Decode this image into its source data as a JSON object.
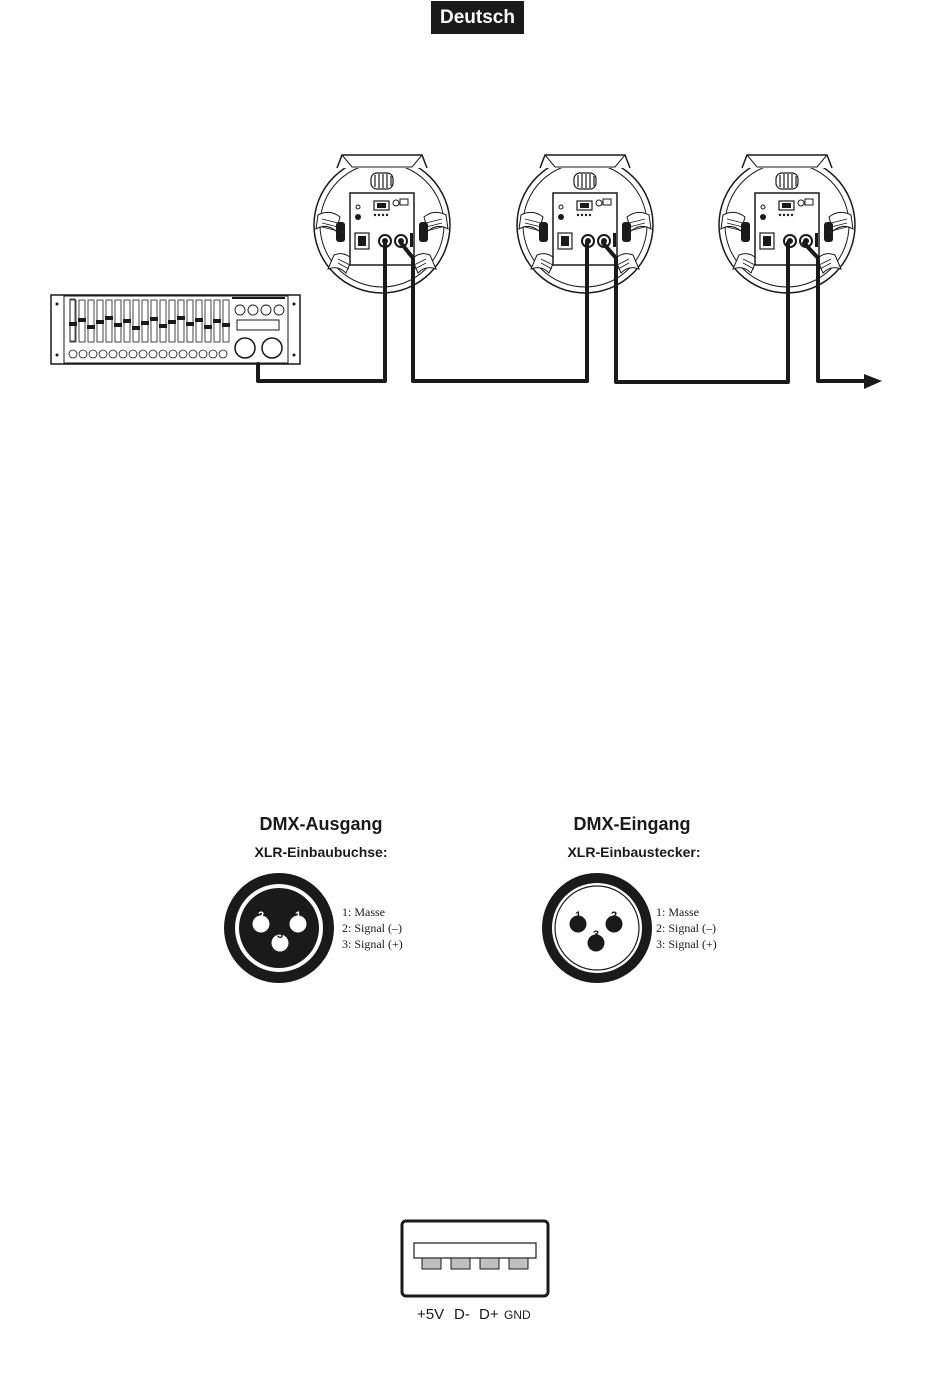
{
  "header": {
    "language_badge": "Deutsch"
  },
  "dmx_output": {
    "title": "DMX-Ausgang",
    "subtitle": "XLR-Einbaubuchse:",
    "pin_numbers": [
      "2",
      "1",
      "3"
    ],
    "pins": [
      "1: Masse",
      "2: Signal (–)",
      "3: Signal (+)"
    ]
  },
  "dmx_input": {
    "title": "DMX-Eingang",
    "subtitle": "XLR-Einbaustecker:",
    "pin_numbers": [
      "1",
      "2",
      "3"
    ],
    "pins": [
      "1: Masse",
      "2: Signal (–)",
      "3: Signal (+)"
    ]
  },
  "usb": {
    "pins": [
      "+5V",
      "D-",
      "D+",
      "GND"
    ]
  },
  "colors": {
    "ink": "#1a1a1a",
    "pad": "#bfbfbf"
  },
  "icons": [
    "dmx-controller-icon",
    "spotlight-fixture-icon",
    "xlr-socket-icon",
    "xlr-plug-icon",
    "usb-port-icon",
    "arrow-right-icon"
  ]
}
